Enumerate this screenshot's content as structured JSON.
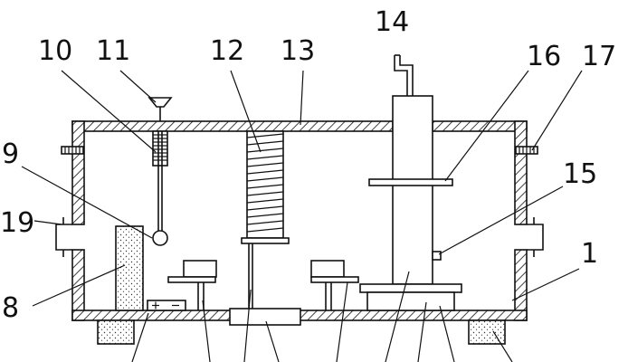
{
  "callouts": [
    {
      "id": "1",
      "label": "1"
    },
    {
      "id": "8",
      "label": "8"
    },
    {
      "id": "9",
      "label": "9"
    },
    {
      "id": "10",
      "label": "10"
    },
    {
      "id": "11",
      "label": "11"
    },
    {
      "id": "12",
      "label": "12"
    },
    {
      "id": "13",
      "label": "13"
    },
    {
      "id": "14",
      "label": "14"
    },
    {
      "id": "15",
      "label": "15"
    },
    {
      "id": "16",
      "label": "16"
    },
    {
      "id": "17",
      "label": "17"
    },
    {
      "id": "19",
      "label": "19"
    }
  ]
}
